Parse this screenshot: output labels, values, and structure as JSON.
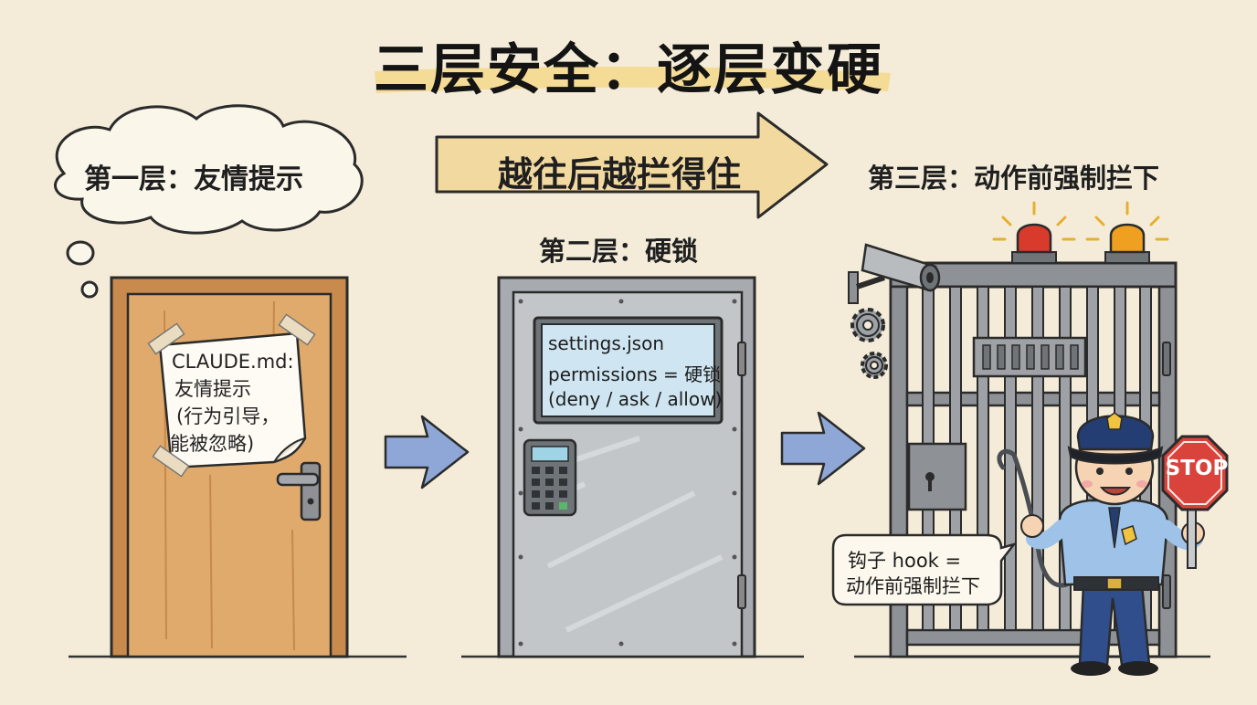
{
  "title": "三层安全：逐层变硬",
  "progress_arrow": {
    "label": "越往后越拦得住"
  },
  "layers": [
    {
      "heading": "第一层：友情提示",
      "note_lines": [
        "CLAUDE.md:",
        "友情提示",
        "(行为引导，",
        "能被忽略)"
      ]
    },
    {
      "heading": "第二层：硬锁",
      "screen_lines": [
        "settings.json",
        "permissions = 硬锁",
        "(deny / ask / allow)"
      ]
    },
    {
      "heading": "第三层：动作前强制拦下",
      "bubble_lines": [
        "钩子 hook =",
        "动作前强制拦下"
      ],
      "stop_sign": "STOP"
    }
  ],
  "icons": {
    "cloud": "thought-cloud-icon",
    "arrow": "right-arrow-icon",
    "keypad": "keypad-icon",
    "camera": "security-camera-icon",
    "gear": "gear-icon",
    "siren": "siren-light-icon",
    "hook": "hook-icon",
    "officer": "police-officer-icon",
    "stop": "stop-sign-icon"
  },
  "colors": {
    "background": "#f4ecd9",
    "wood_door": "#d9a467",
    "steel_door": "#b9bcbf",
    "blue_arrow": "#8ea7d6",
    "banner": "#f2d9a0",
    "title_highlight": "#f5d98a",
    "siren_red": "#d83a2c",
    "siren_orange": "#f0a020",
    "stop_red": "#d9433c"
  }
}
